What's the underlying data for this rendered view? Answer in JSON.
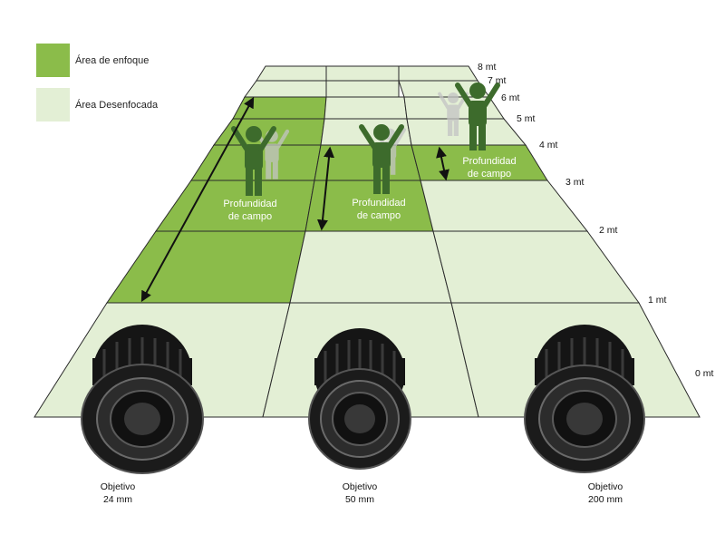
{
  "legend": {
    "focus_label": "Área de enfoque",
    "unfocus_label": "Área Desenfocada",
    "focus_color": "#8bbc4a",
    "unfocus_color": "#e3efd5"
  },
  "distance_labels": [
    "0 mt",
    "1 mt",
    "2 mt",
    "3 mt",
    "4 mt",
    "5 mt",
    "6 mt",
    "7 mt",
    "8 mt"
  ],
  "lenses": [
    {
      "title": "Objetivo",
      "focal": "24 mm"
    },
    {
      "title": "Objetivo",
      "focal": "50 mm"
    },
    {
      "title": "Objetivo",
      "focal": "200 mm"
    }
  ],
  "depth_of_field": [
    {
      "line1": "Profundidad",
      "line2": "de campo"
    },
    {
      "line1": "Profundidad",
      "line2": "de campo"
    },
    {
      "line1": "Profundidad",
      "line2": "de campo"
    }
  ],
  "colors": {
    "figure": "#3d6b2c",
    "figure_ghost": "#b9b9b9",
    "grid_line": "#2a2a2a",
    "lens_body": "#1b1b1b"
  }
}
